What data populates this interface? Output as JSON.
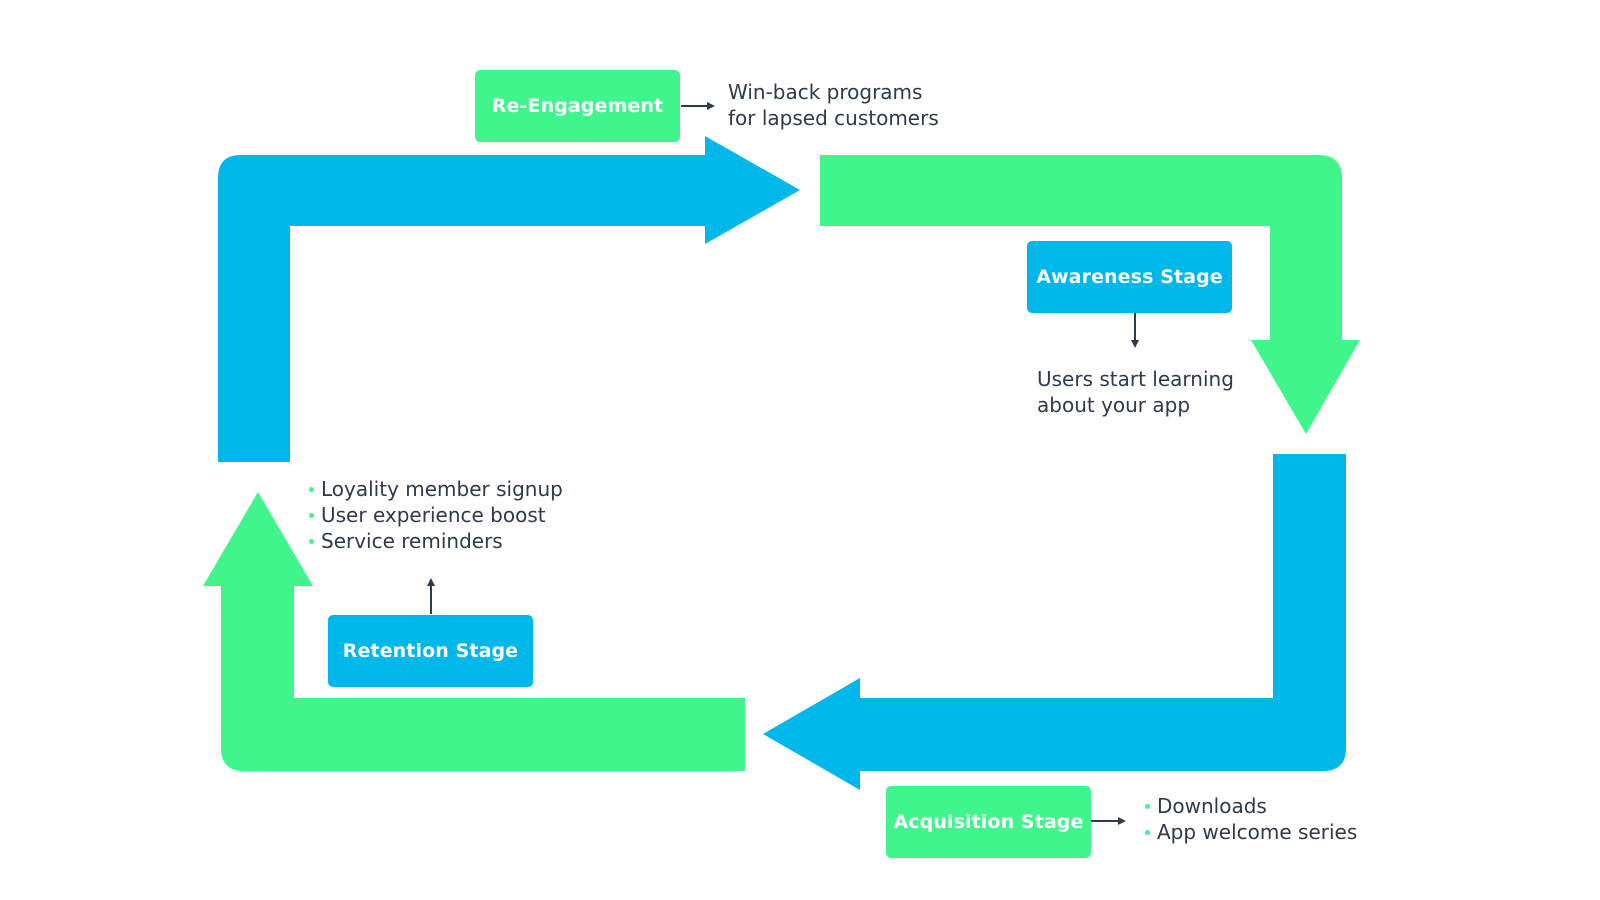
{
  "colors": {
    "green": "#3ff58c",
    "blue": "#00b7ea",
    "text": "#2f3a4a",
    "connector": "#2f3a4a"
  },
  "stages": {
    "re_engagement": {
      "label": "Re-Engagement",
      "note": [
        "Win-back programs",
        "for lapsed customers"
      ]
    },
    "awareness": {
      "label": "Awareness Stage",
      "note": [
        "Users start learning",
        "about your app"
      ]
    },
    "acquisition": {
      "label": "Acquisition Stage",
      "bullets": [
        "Downloads",
        "App welcome series"
      ]
    },
    "retention": {
      "label": "Retention Stage",
      "bullets": [
        "Loyality member signup",
        "User experience boost",
        "Service reminders"
      ]
    }
  }
}
